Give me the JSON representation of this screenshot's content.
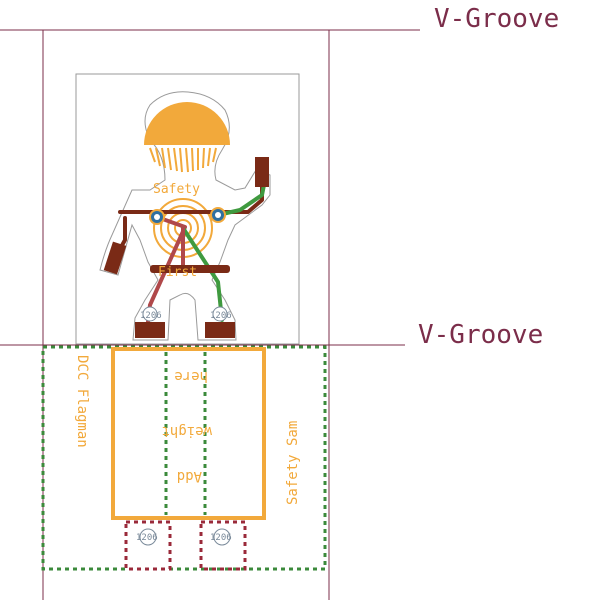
{
  "labels": {
    "vgroove_top": "V-Groove",
    "vgroove_mid": "V-Groove",
    "safety": "Safety",
    "first": "First",
    "dcc_flagman": "DCC Flagman",
    "safety_sam": "Safety Sam",
    "here": "here",
    "weight": "weight",
    "add": "Add",
    "pad_1": "1206",
    "pad_2": "1206",
    "pad_3": "1206",
    "pad_4": "1206"
  },
  "colors": {
    "background": "#ffffff",
    "board_outline": "#7b2d4a",
    "silkscreen": "#f2a93b",
    "trace_red": "#b0484a",
    "trace_green": "#3f9a3f",
    "copper_pad": "#7a2a16",
    "via_ring": "#2f6fa0",
    "dimension_green": "#3b8a3b",
    "dimension_red": "#9a2a3a"
  }
}
